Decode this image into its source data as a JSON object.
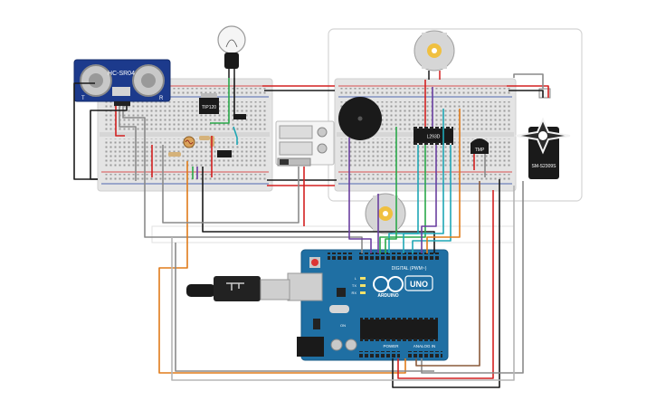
{
  "sensor": {
    "model": "HC-SR04",
    "pin_left": "T",
    "pin_right": "R"
  },
  "transistor": {
    "label": "TIP120"
  },
  "motor_driver": {
    "label": "L293D"
  },
  "temp_sensor": {
    "label": "TMP"
  },
  "servo": {
    "label": "SM-S2309S"
  },
  "arduino": {
    "brand_text": "ARDUINO",
    "model": "UNO",
    "digital_header": "DIGITAL (PWM~)",
    "power_header": "POWER",
    "analog_header": "ANALOG IN",
    "led_labels": [
      "L",
      "TX",
      "RX"
    ],
    "on_label": "ON"
  },
  "colors": {
    "breadboard": "#e4e4e4",
    "arduino_blue": "#1f6fa3",
    "sensor_blue": "#1c3a8c",
    "wire_red": "#d32020",
    "wire_black": "#1a1a1a",
    "wire_orange": "#e07b1a",
    "wire_green": "#2aa84a",
    "wire_teal": "#1fa7b5",
    "wire_purple": "#6a3fa0",
    "wire_gray": "#8a8a8a"
  }
}
